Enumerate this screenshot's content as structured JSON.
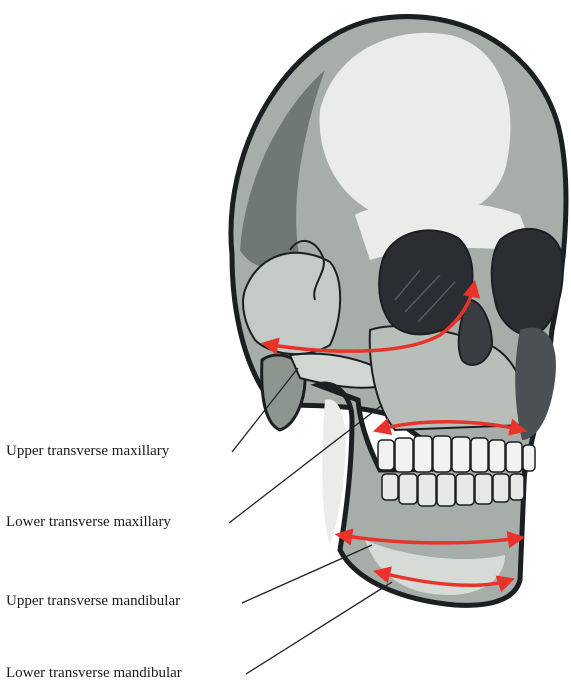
{
  "colors": {
    "bone_light": "#e9ece9",
    "bone_mid": "#a7aeaa",
    "bone_shadow": "#6f7874",
    "outline": "#1c1f22",
    "arrow": "#e8332a",
    "leader_line": "#222222"
  },
  "labels": [
    {
      "text": "Upper transverse maxillary"
    },
    {
      "text": "Lower transverse maxillary"
    },
    {
      "text": "Upper transverse mandibular"
    },
    {
      "text": "Lower transverse mandibular"
    }
  ]
}
